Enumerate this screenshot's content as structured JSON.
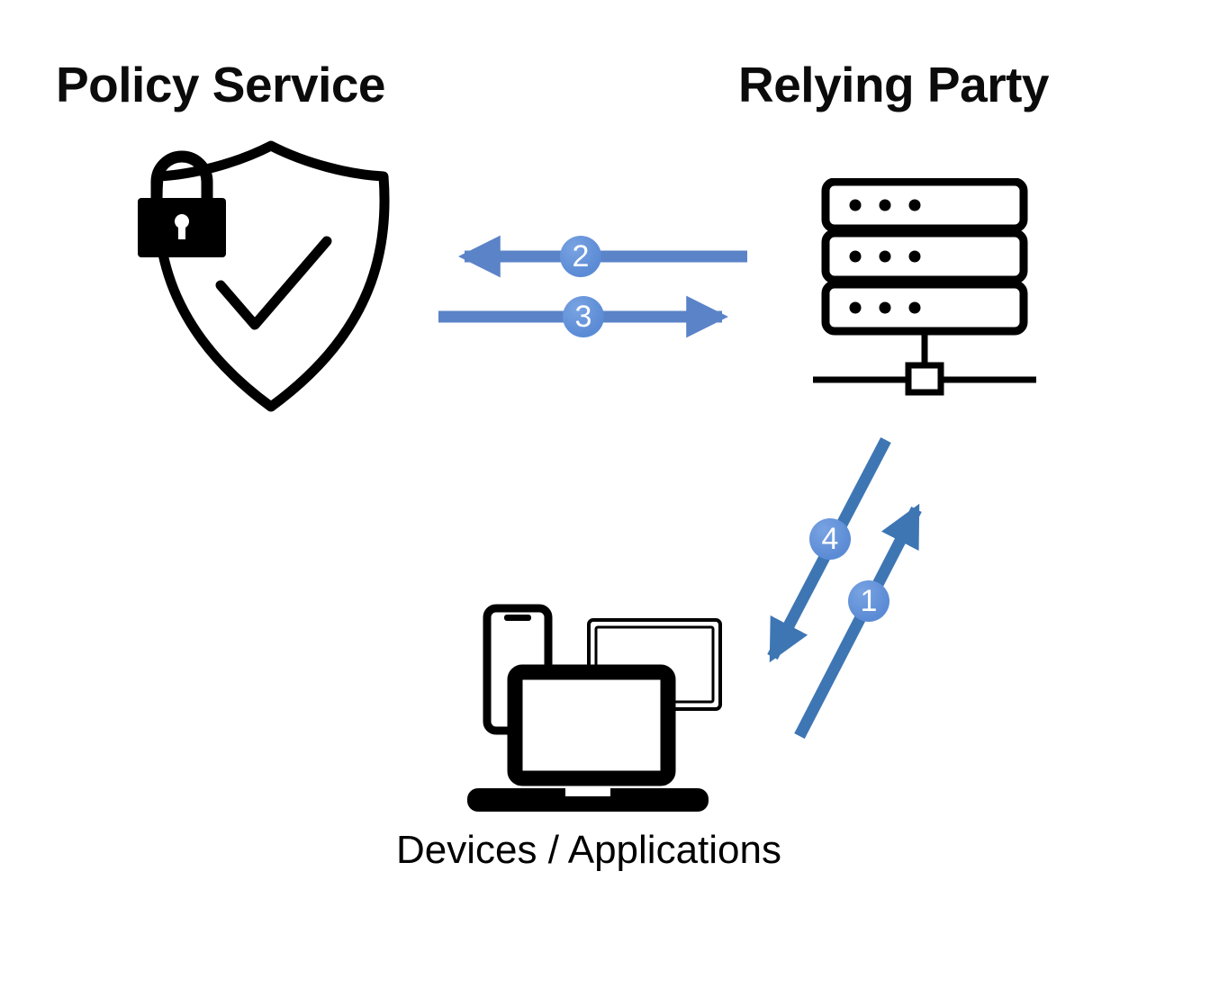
{
  "labels": {
    "policy_service": "Policy Service",
    "relying_party": "Relying Party",
    "devices_applications": "Devices / Applications"
  },
  "steps": [
    {
      "number": "1"
    },
    {
      "number": "2"
    },
    {
      "number": "3"
    },
    {
      "number": "4"
    }
  ],
  "icons": {
    "policy_service": "shield-lock-check-icon",
    "relying_party": "server-stack-icon",
    "devices": "devices-phone-tablet-laptop-icon"
  },
  "colors": {
    "background": "#FFFFFF",
    "icon_stroke": "#000000",
    "arrow_horizontal": "#5B83C7",
    "arrow_diagonal": "#3E76B4",
    "badge_fill": "#5B8BD5",
    "badge_text": "#FFFFFF"
  }
}
